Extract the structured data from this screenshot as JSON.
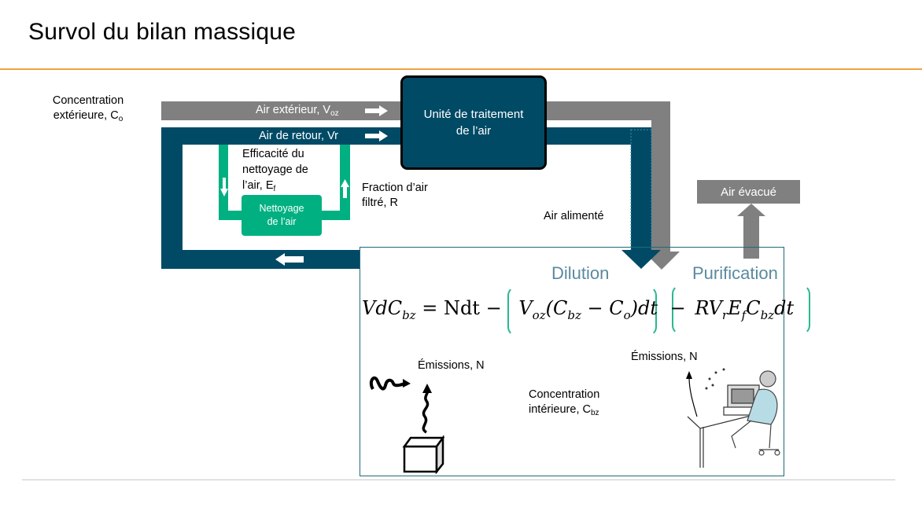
{
  "title": "Survol du bilan massique",
  "colors": {
    "navy": "#004a66",
    "gray": "#808080",
    "green": "#00b081",
    "accent": "#f0a040",
    "category": "#5a8aa0"
  },
  "outdoor_concentration": {
    "line1": "Concentration",
    "line2": "extérieure, C",
    "sub": "o"
  },
  "outdoor_air": {
    "label": "Air extérieur, V",
    "sub": "oz"
  },
  "return_air": {
    "label": "Air de retour, Vr"
  },
  "ahu": {
    "line1": "Unité de traitement",
    "line2": "de l’air"
  },
  "cleaning_efficiency": {
    "line1": "Efficacité du",
    "line2": "nettoyage de",
    "line3": "l’air, E",
    "sub": "f"
  },
  "cleaning_box": {
    "line1": "Nettoyage",
    "line2": "de l’air"
  },
  "filtered_fraction": {
    "line1": "Fraction d’air",
    "line2": "filtré, R"
  },
  "supply_air": "Air alimenté",
  "exhaust_air": "Air évacué",
  "dilution": "Dilution",
  "purification": "Purification",
  "equation": {
    "lhs": "VdC",
    "lhs_sub": "bz",
    "eq": " = Ndt − ",
    "t1a": "V",
    "t1a_sub": "oz",
    "t1b": "(C",
    "t1b_sub": "bz",
    "t1c": " − C",
    "t1c_sub": "o",
    "t1d": ")dt",
    "minus": " − ",
    "t2a": "RV",
    "t2a_sub": "r",
    "t2b": "E",
    "t2b_sub": "f",
    "t2c": "C",
    "t2c_sub": "bz",
    "t2d": "dt"
  },
  "emissions_left": "Émissions, N",
  "emissions_right": "Émissions, N",
  "indoor_concentration": {
    "line1": "Concentration",
    "line2": "intérieure, C",
    "sub": "bz"
  }
}
